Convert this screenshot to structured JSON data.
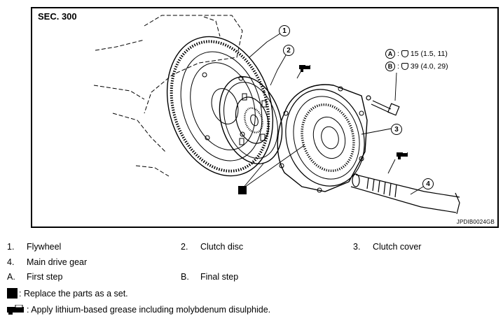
{
  "section_label": "SEC. 300",
  "figure_code": "JPDIB0024GB",
  "torques": [
    {
      "key": "A",
      "value": "15 (1.5, 11)"
    },
    {
      "key": "B",
      "value": "39 (4.0, 29)"
    }
  ],
  "callouts": [
    "1",
    "2",
    "3",
    "4"
  ],
  "legend": [
    {
      "num": "1.",
      "text": "Flywheel"
    },
    {
      "num": "2.",
      "text": "Clutch disc"
    },
    {
      "num": "3.",
      "text": "Clutch cover"
    },
    {
      "num": "4.",
      "text": "Main drive gear"
    },
    {
      "num": "A.",
      "text": "First step"
    },
    {
      "num": "B.",
      "text": "Final step"
    }
  ],
  "notes": {
    "set_replace": ": Replace the parts as a set.",
    "grease": ": Apply lithium-based grease including molybdenum disulphide."
  }
}
